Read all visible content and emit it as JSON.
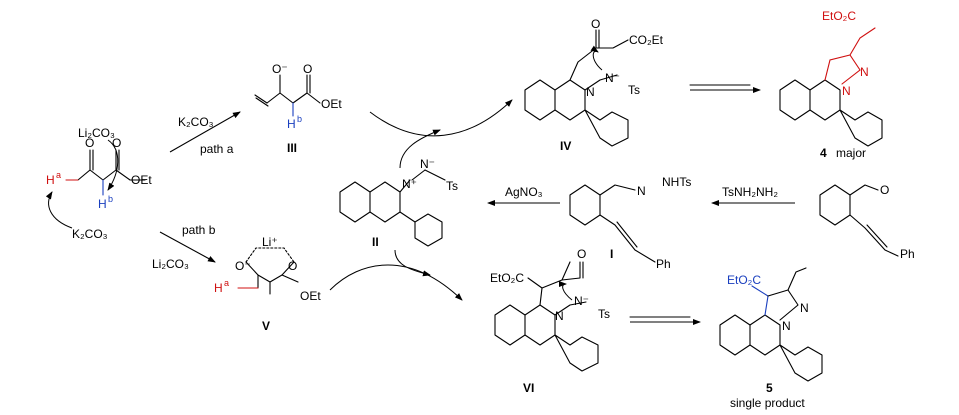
{
  "reagents": {
    "k2co3_path_a": "K₂CO₃",
    "path_a": "path a",
    "li2co3_top": "Li₂CO₃",
    "k2co3_left": "K₂CO₃",
    "path_b": "path b",
    "li2co3_path_b": "Li₂CO₃",
    "agno3": "AgNO₃",
    "tsnhnh2": "TsNH₂NH₂"
  },
  "atoms": {
    "ha": "H",
    "ha_sup": "a",
    "hb": "H",
    "hb_sup": "b",
    "oet": "OEt",
    "o": "O",
    "o_minus": "O⁻",
    "li_plus": "Li⁺",
    "n": "N",
    "n_plus": "N⁺",
    "n_minus": "N⁻",
    "ts": "Ts",
    "co2et": "CO₂Et",
    "eto2c": "EtO₂C",
    "nhts": "NHTs",
    "ph": "Ph"
  },
  "labels": {
    "III": "III",
    "IV": "IV",
    "II": "II",
    "I": "I",
    "V": "V",
    "VI": "VI",
    "p4": "4",
    "p4_note": "major",
    "p5": "5",
    "p5_note": "single product"
  },
  "colors": {
    "red": "#d01010",
    "blue": "#1a3fbf"
  }
}
